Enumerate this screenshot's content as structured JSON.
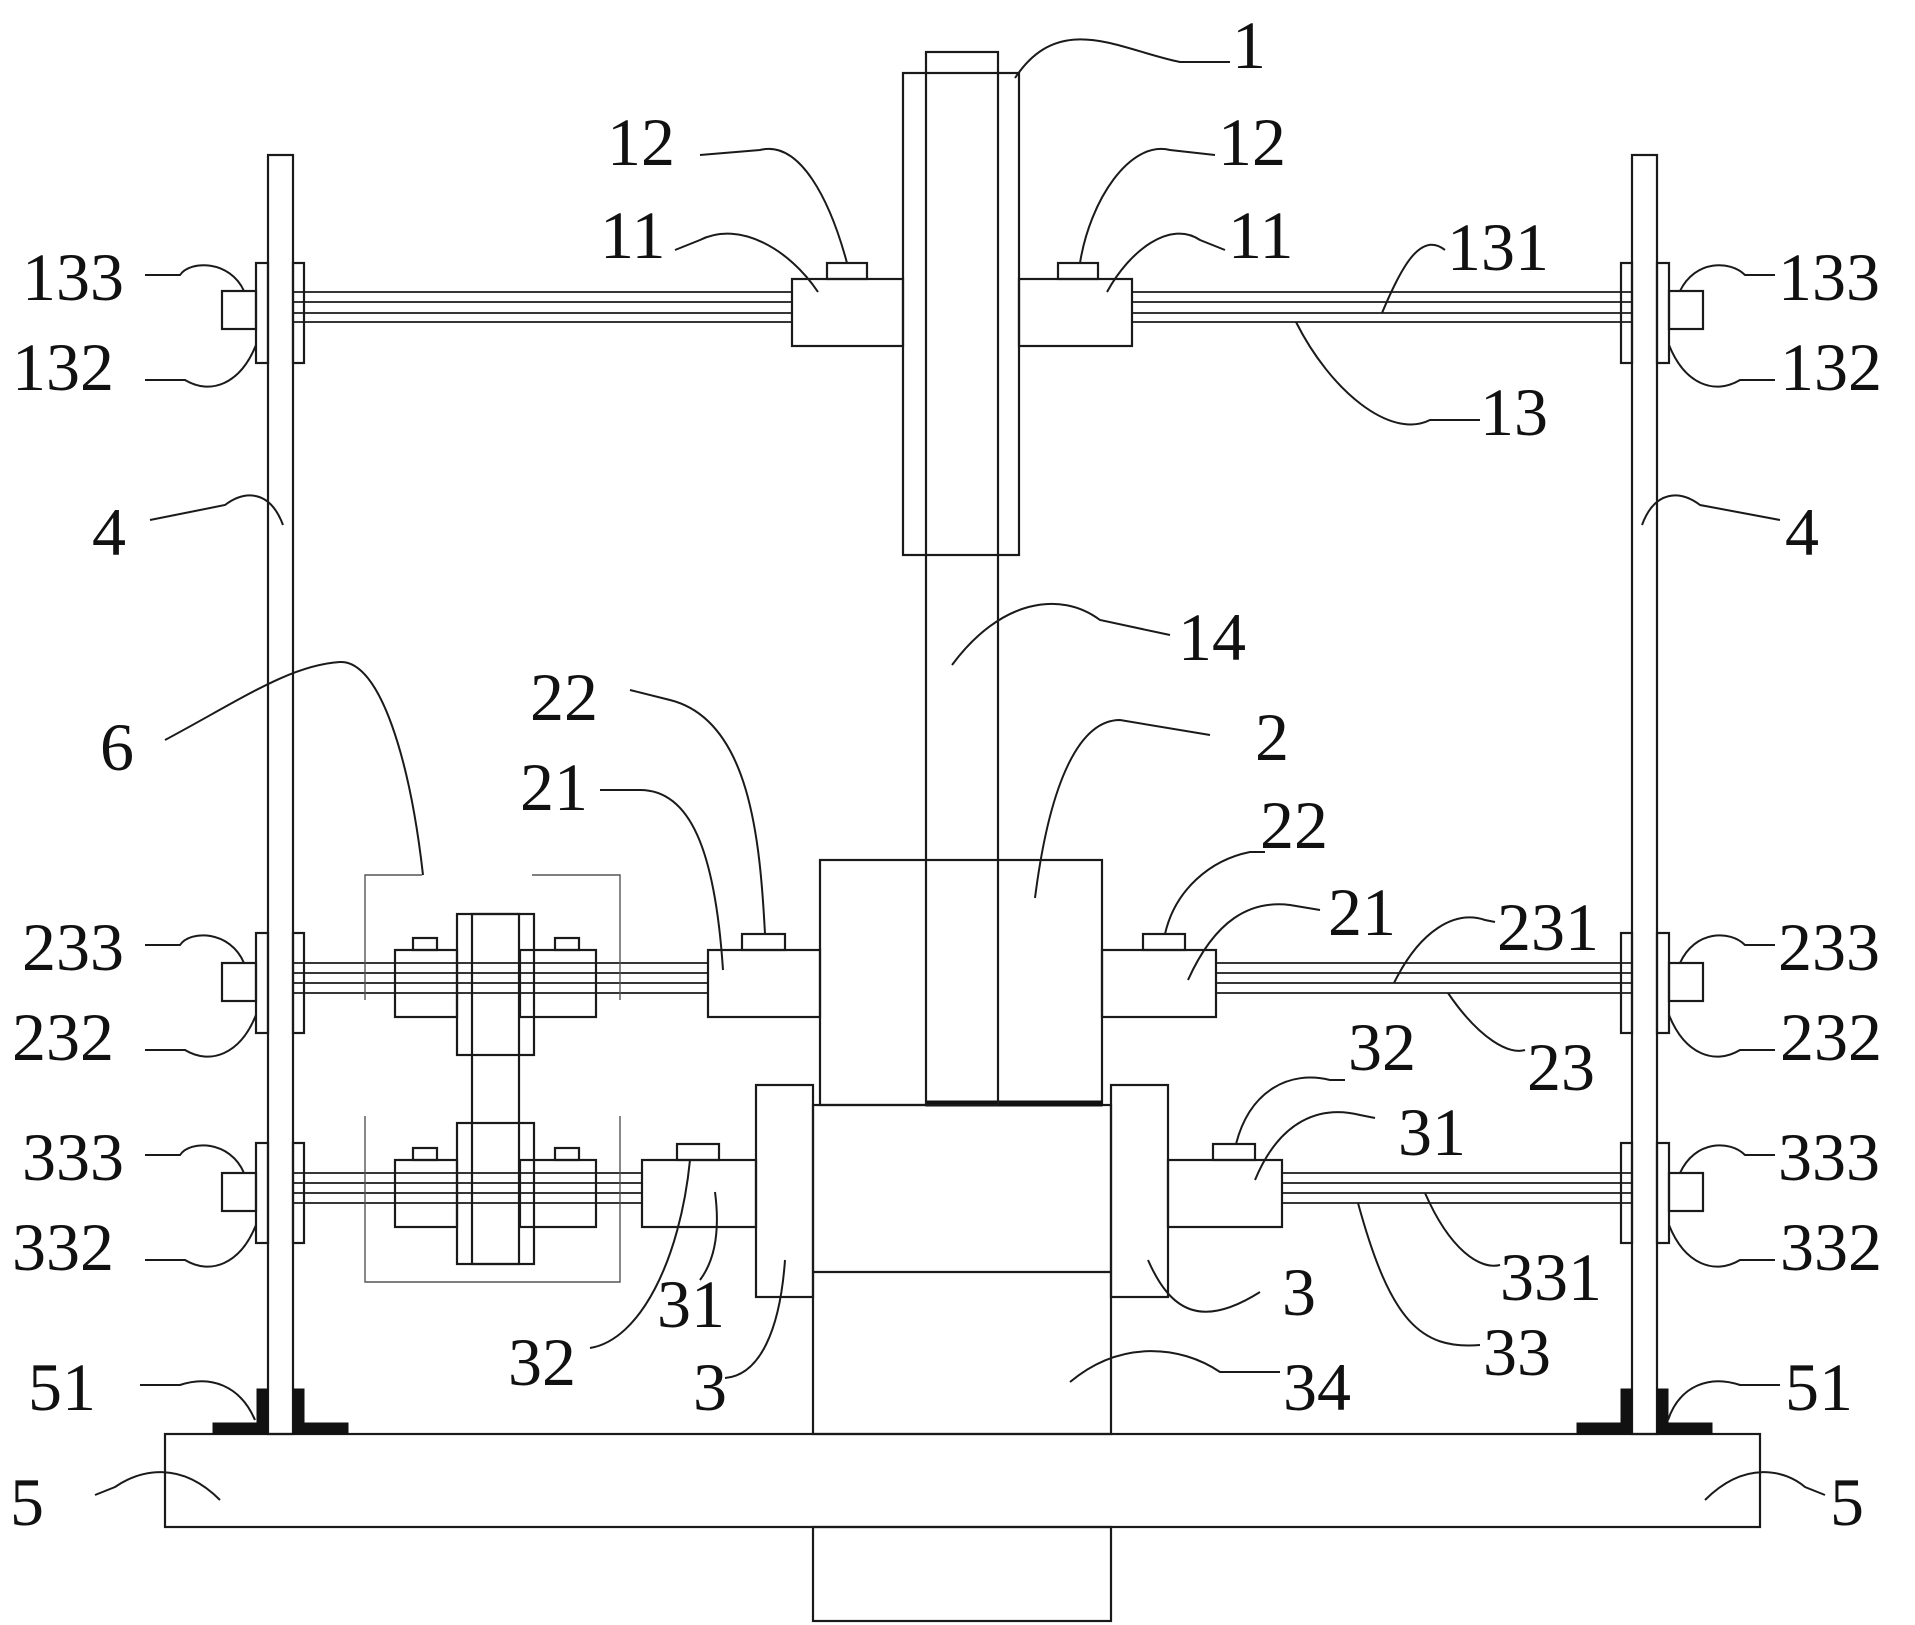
{
  "figure": {
    "kind": "patent mechanical drawing",
    "stroke_color": "#1a1a1a",
    "background": "#ffffff",
    "labels": [
      {
        "id": "1",
        "text": "1"
      },
      {
        "id": "12a",
        "text": "12"
      },
      {
        "id": "12b",
        "text": "12"
      },
      {
        "id": "11a",
        "text": "11"
      },
      {
        "id": "11b",
        "text": "11"
      },
      {
        "id": "131",
        "text": "131"
      },
      {
        "id": "13",
        "text": "13"
      },
      {
        "id": "133a",
        "text": "133"
      },
      {
        "id": "133b",
        "text": "133"
      },
      {
        "id": "132a",
        "text": "132"
      },
      {
        "id": "132b",
        "text": "132"
      },
      {
        "id": "4a",
        "text": "4"
      },
      {
        "id": "4b",
        "text": "4"
      },
      {
        "id": "14",
        "text": "14"
      },
      {
        "id": "6",
        "text": "6"
      },
      {
        "id": "22a",
        "text": "22"
      },
      {
        "id": "22b",
        "text": "22"
      },
      {
        "id": "21a",
        "text": "21"
      },
      {
        "id": "21b",
        "text": "21"
      },
      {
        "id": "2",
        "text": "2"
      },
      {
        "id": "231",
        "text": "231"
      },
      {
        "id": "23",
        "text": "23"
      },
      {
        "id": "233a",
        "text": "233"
      },
      {
        "id": "233b",
        "text": "233"
      },
      {
        "id": "232a",
        "text": "232"
      },
      {
        "id": "232b",
        "text": "232"
      },
      {
        "id": "32a",
        "text": "32"
      },
      {
        "id": "32b",
        "text": "32"
      },
      {
        "id": "31a",
        "text": "31"
      },
      {
        "id": "31b",
        "text": "31"
      },
      {
        "id": "333a",
        "text": "333"
      },
      {
        "id": "333b",
        "text": "333"
      },
      {
        "id": "332a",
        "text": "332"
      },
      {
        "id": "332b",
        "text": "332"
      },
      {
        "id": "331",
        "text": "331"
      },
      {
        "id": "33",
        "text": "33"
      },
      {
        "id": "3a",
        "text": "3"
      },
      {
        "id": "3b",
        "text": "3"
      },
      {
        "id": "34",
        "text": "34"
      },
      {
        "id": "51a",
        "text": "51"
      },
      {
        "id": "51b",
        "text": "51"
      },
      {
        "id": "5a",
        "text": "5"
      },
      {
        "id": "5b",
        "text": "5"
      }
    ]
  }
}
